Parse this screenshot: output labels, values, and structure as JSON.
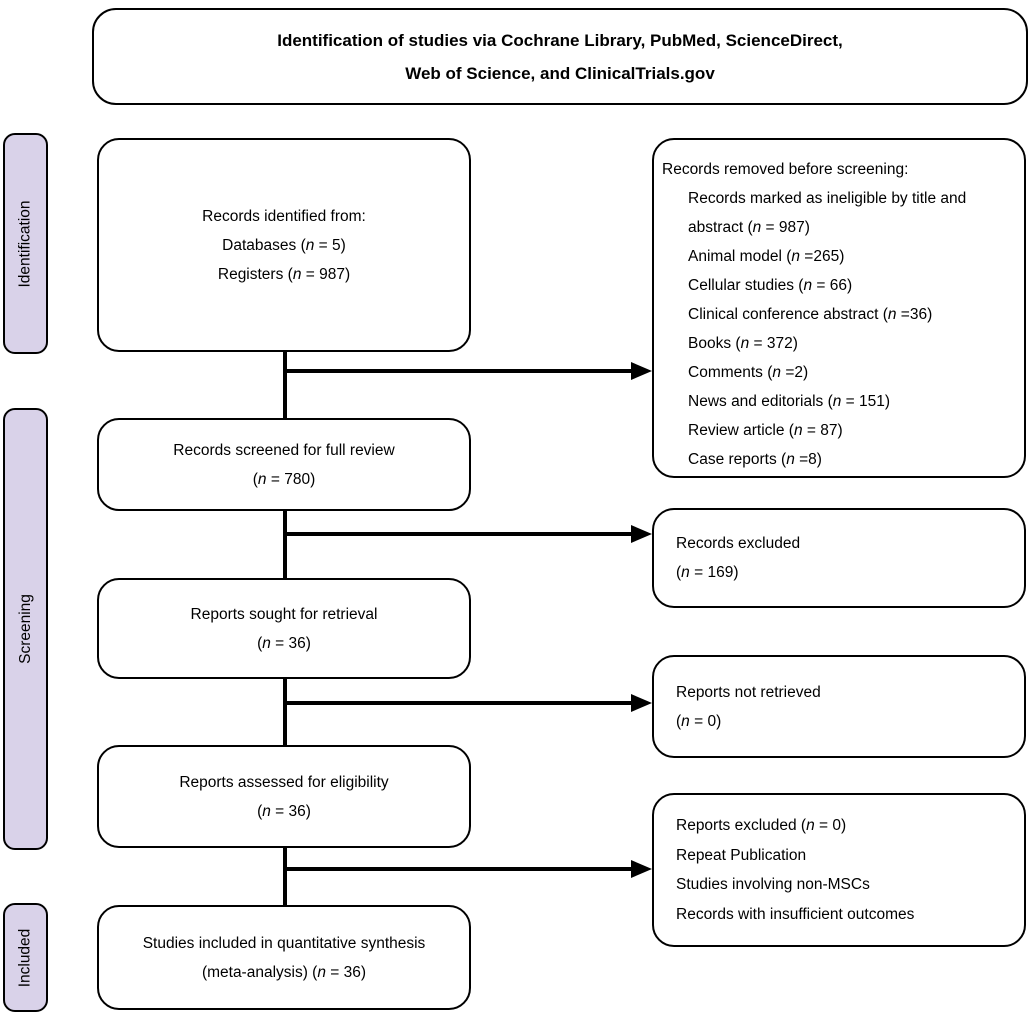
{
  "title": {
    "line1": "Identification of studies via Cochrane Library, PubMed, ScienceDirect,",
    "line2": "Web of Science, and ClinicalTrials.gov"
  },
  "stages": [
    "Identification",
    "Screening",
    "Included"
  ],
  "flow_boxes": {
    "identified": {
      "lines": [
        "Records identified from:",
        "Databases (n = 5)",
        "Registers (n = 987)"
      ]
    },
    "screened": {
      "lines": [
        "Records screened for full review",
        "(n = 780)"
      ]
    },
    "sought": {
      "lines": [
        "Reports sought for retrieval",
        "(n = 36)"
      ]
    },
    "assessed": {
      "lines": [
        "Reports assessed for eligibility",
        "(n = 36)"
      ]
    },
    "included": {
      "lines": [
        "Studies included in quantitative synthesis",
        "(meta-analysis) (n = 36)"
      ]
    }
  },
  "exclusion_boxes": {
    "removed_before_screening": {
      "heading": "Records removed before screening:",
      "items": [
        "Records marked as ineligible by title and abstract (n = 987)",
        "Animal model (n =265)",
        "Cellular studies (n = 66)",
        "Clinical conference abstract (n =36)",
        "Books (n = 372)",
        "Comments (n =2)",
        "News and editorials (n = 151)",
        "Review article (n = 87)",
        "Case reports (n =8)"
      ]
    },
    "records_excluded": {
      "lines": [
        "Records excluded",
        "(n = 169)"
      ]
    },
    "reports_not_retrieved": {
      "lines": [
        "Reports not retrieved",
        "(n = 0)"
      ]
    },
    "reports_excluded": {
      "lines": [
        "Reports excluded (n = 0)",
        "Repeat Publication",
        "Studies involving non-MSCs",
        "Records with insufficient outcomes"
      ]
    }
  },
  "colors": {
    "stage_fill": "#d9d2e9",
    "box_fill": "#ffffff",
    "line_color": "#000000"
  }
}
